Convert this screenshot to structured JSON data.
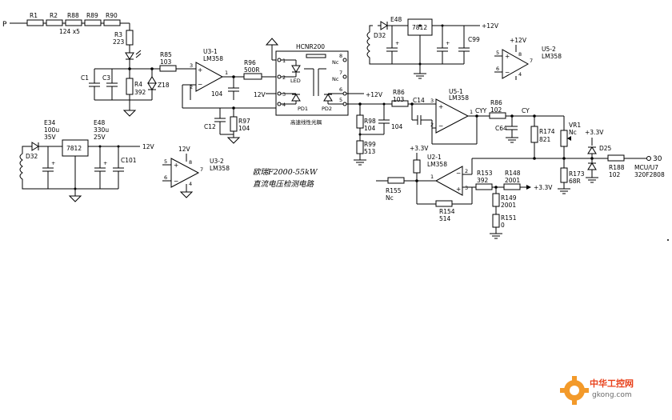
{
  "input": {
    "P": "P"
  },
  "resistor_chain": {
    "r1": "R1",
    "r2": "R2",
    "r88": "R88",
    "r89": "R89",
    "r90": "R90",
    "note": "124 x5"
  },
  "r3": {
    "name": "R3",
    "value": "223"
  },
  "r85": {
    "name": "R85",
    "value": "103"
  },
  "r4": {
    "name": "R4",
    "value": "392"
  },
  "c1": "C1",
  "c3": "C3",
  "z18": "Z18",
  "u3_1": {
    "name": "U3-1",
    "part": "LM358"
  },
  "u3_2": {
    "name": "U3-2",
    "part": "LM358",
    "supply": "12V"
  },
  "r96": {
    "name": "R96",
    "value": "500R"
  },
  "c_104a": "104",
  "c12": "C12",
  "r97": {
    "name": "R97",
    "value": "104"
  },
  "supply_12v": "12V",
  "hcnr": {
    "name": "HCNR200",
    "led": "LED",
    "pd1": "PD1",
    "pd2": "PD2",
    "nc1": "Nc",
    "nc2": "Nc",
    "caption": "高速线性光耦",
    "pins": {
      "p1": "1",
      "p2": "2",
      "p3": "3",
      "p4": "4",
      "p5": "5",
      "p6": "6",
      "p7": "7",
      "p8": "8"
    }
  },
  "plus12v": "+12V",
  "e48_top": {
    "name": "E48",
    "reg": "7812",
    "c99": "C99",
    "d32": "D32"
  },
  "u5_2": {
    "name": "U5-2",
    "part": "LM358",
    "supply": "+12V"
  },
  "r86": {
    "name": "R86",
    "value": "103"
  },
  "c14": "C14",
  "r98": {
    "name": "R98",
    "value": "104"
  },
  "r99": {
    "name": "R99",
    "value": "513"
  },
  "c_104b": "104",
  "u5_1": {
    "name": "U5-1",
    "part": "LM358"
  },
  "cyy": "CYY",
  "r86b": {
    "name": "R86",
    "value": "102"
  },
  "cy": "CY",
  "c64": "C64",
  "r174": {
    "name": "R174",
    "value": "821"
  },
  "vr1": {
    "name": "VR1",
    "value": "Nc"
  },
  "plus33v": "+3.3V",
  "d25": "D25",
  "r173": {
    "name": "R173",
    "value": "68R"
  },
  "r188": {
    "name": "R188",
    "value": "102"
  },
  "output": {
    "pin": "30",
    "mcu": "MCU/U7",
    "chip": "320F2808"
  },
  "bottom_ps": {
    "e34": "E34",
    "e34_val": "100u",
    "e34_v": "35V",
    "e48": "E48",
    "e48_val": "330u",
    "e48_v": "25V",
    "reg": "7812",
    "c101": "C101",
    "d32": "D32",
    "out": "12V"
  },
  "u2_1": {
    "name": "U2-1",
    "part": "LM358",
    "supply": "+3.3V"
  },
  "r155": {
    "name": "R155",
    "value": "Nc"
  },
  "r154": {
    "name": "R154",
    "value": "514"
  },
  "r153": {
    "name": "R153",
    "value": "392"
  },
  "r148": {
    "name": "R148",
    "value": "2001"
  },
  "r149": {
    "name": "R149",
    "value": "2001"
  },
  "r151": {
    "name": "R151",
    "value": "0"
  },
  "opamp_pins": {
    "p1": "1",
    "p2": "2",
    "p3": "3",
    "p4": "4",
    "p5": "5",
    "p6": "6",
    "p7": "7",
    "p8": "8"
  },
  "caption": {
    "line1": "欧瑞F2000-55kW",
    "line2": "直流电压检测电路"
  },
  "watermark": {
    "cn": "中华工控网",
    "url": "gkong.com"
  },
  "colors": {
    "line": "#000000",
    "logo_orange": "#e8401a",
    "logo_gray": "#6a6a6a"
  }
}
